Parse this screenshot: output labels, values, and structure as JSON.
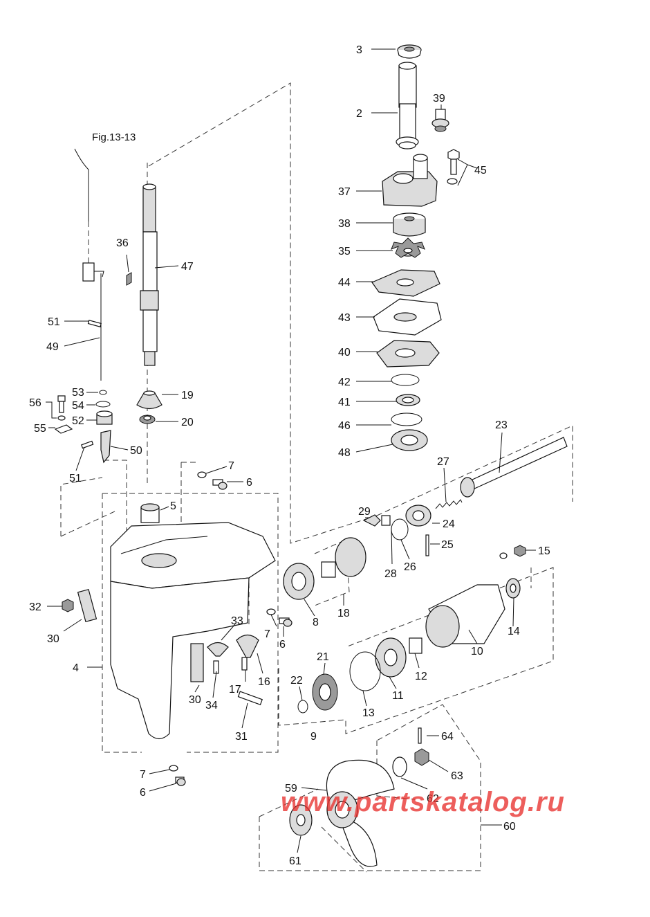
{
  "figure_ref": "Fig.13-13",
  "watermark": "www.partskatalog.ru",
  "labels": [
    {
      "id": "3",
      "text": "3"
    },
    {
      "id": "2",
      "text": "2"
    },
    {
      "id": "39",
      "text": "39"
    },
    {
      "id": "45",
      "text": "45"
    },
    {
      "id": "37",
      "text": "37"
    },
    {
      "id": "38",
      "text": "38"
    },
    {
      "id": "35",
      "text": "35"
    },
    {
      "id": "44",
      "text": "44"
    },
    {
      "id": "43",
      "text": "43"
    },
    {
      "id": "40",
      "text": "40"
    },
    {
      "id": "42",
      "text": "42"
    },
    {
      "id": "41",
      "text": "41"
    },
    {
      "id": "46",
      "text": "46"
    },
    {
      "id": "48",
      "text": "48"
    },
    {
      "id": "23",
      "text": "23"
    },
    {
      "id": "27",
      "text": "27"
    },
    {
      "id": "29",
      "text": "29"
    },
    {
      "id": "24",
      "text": "24"
    },
    {
      "id": "25",
      "text": "25"
    },
    {
      "id": "28",
      "text": "28"
    },
    {
      "id": "26",
      "text": "26"
    },
    {
      "id": "15",
      "text": "15"
    },
    {
      "id": "36",
      "text": "36"
    },
    {
      "id": "47",
      "text": "47"
    },
    {
      "id": "51a",
      "text": "51"
    },
    {
      "id": "49",
      "text": "49"
    },
    {
      "id": "53",
      "text": "53"
    },
    {
      "id": "56",
      "text": "56"
    },
    {
      "id": "54",
      "text": "54"
    },
    {
      "id": "52",
      "text": "52"
    },
    {
      "id": "55",
      "text": "55"
    },
    {
      "id": "19",
      "text": "19"
    },
    {
      "id": "20",
      "text": "20"
    },
    {
      "id": "50",
      "text": "50"
    },
    {
      "id": "51b",
      "text": "51"
    },
    {
      "id": "7a",
      "text": "7"
    },
    {
      "id": "6a",
      "text": "6"
    },
    {
      "id": "5",
      "text": "5"
    },
    {
      "id": "8",
      "text": "8"
    },
    {
      "id": "18",
      "text": "18"
    },
    {
      "id": "32",
      "text": "32"
    },
    {
      "id": "30a",
      "text": "30"
    },
    {
      "id": "7b",
      "text": "7"
    },
    {
      "id": "6b",
      "text": "6"
    },
    {
      "id": "33",
      "text": "33"
    },
    {
      "id": "14",
      "text": "14"
    },
    {
      "id": "10",
      "text": "10"
    },
    {
      "id": "4",
      "text": "4"
    },
    {
      "id": "17",
      "text": "17"
    },
    {
      "id": "16",
      "text": "16"
    },
    {
      "id": "21",
      "text": "21"
    },
    {
      "id": "12",
      "text": "12"
    },
    {
      "id": "22",
      "text": "22"
    },
    {
      "id": "30b",
      "text": "30"
    },
    {
      "id": "34",
      "text": "34"
    },
    {
      "id": "11",
      "text": "11"
    },
    {
      "id": "13",
      "text": "13"
    },
    {
      "id": "31",
      "text": "31"
    },
    {
      "id": "9",
      "text": "9"
    },
    {
      "id": "64",
      "text": "64"
    },
    {
      "id": "63",
      "text": "63"
    },
    {
      "id": "7c",
      "text": "7"
    },
    {
      "id": "6c",
      "text": "6"
    },
    {
      "id": "59",
      "text": "59"
    },
    {
      "id": "62",
      "text": "62"
    },
    {
      "id": "60",
      "text": "60"
    },
    {
      "id": "61",
      "text": "61"
    }
  ]
}
